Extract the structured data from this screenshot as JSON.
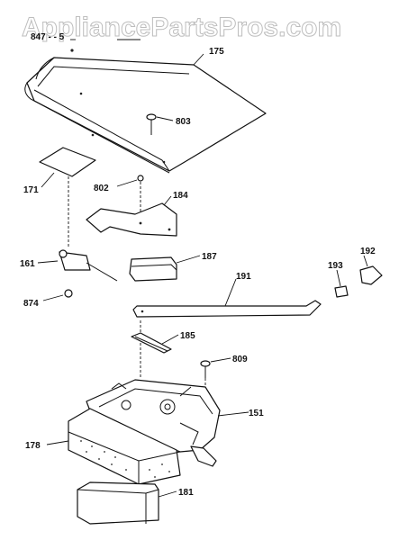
{
  "watermark": "AppliancePartsPros.com",
  "header_code": "847 - - 5",
  "part_numbers": {
    "p175": "175",
    "p803": "803",
    "p171": "171",
    "p802": "802",
    "p184": "184",
    "p161": "161",
    "p187": "187",
    "p874": "874",
    "p191": "191",
    "p193": "193",
    "p192": "192",
    "p185": "185",
    "p809": "809",
    "p151": "151",
    "p178": "178",
    "p181": "181"
  }
}
